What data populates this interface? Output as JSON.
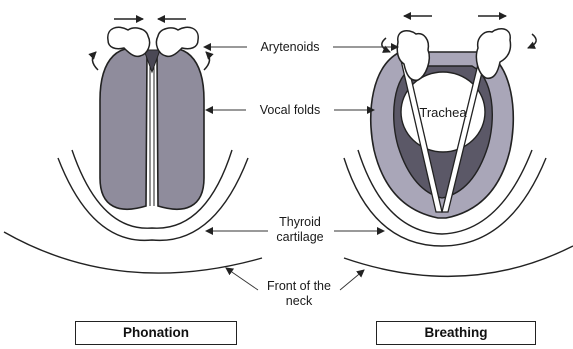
{
  "labels": {
    "arytenoids": "Arytenoids",
    "vocal_folds": "Vocal folds",
    "trachea": "Trachea",
    "thyroid_cartilage_line1": "Thyroid",
    "thyroid_cartilage_line2": "cartilage",
    "front_of_neck_line1": "Front of the",
    "front_of_neck_line2": "neck"
  },
  "captions": {
    "phonation": "Phonation",
    "breathing": "Breathing"
  },
  "colors": {
    "fold_fill": "#8f8c9c",
    "fold_light": "#a9a6b8",
    "trachea_ring": "#5b5867",
    "outline": "#222222"
  }
}
